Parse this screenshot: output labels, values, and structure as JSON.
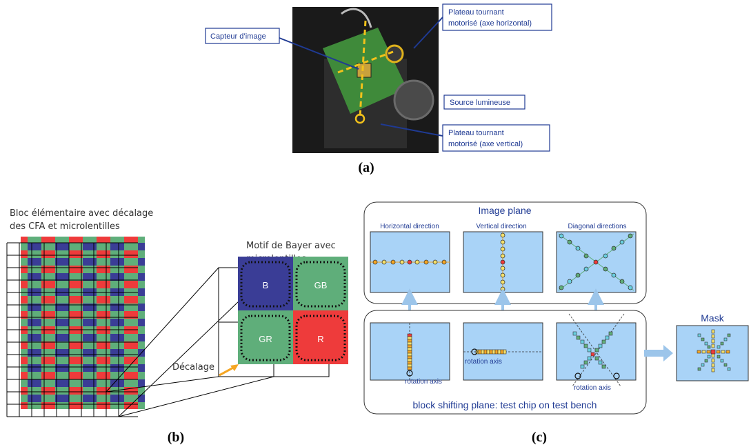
{
  "panel_a": {
    "caption": "(a)",
    "callouts": {
      "sensor": "Capteur d’image",
      "turntable_h_line1": "Plateau tournant",
      "turntable_h_line2": "motorisé (axe horizontal)",
      "light": "Source lumineuse",
      "turntable_v_line1": "Plateau tournant",
      "turntable_v_line2": "motorisé (axe vertical)"
    }
  },
  "panel_b": {
    "caption": "(b)",
    "title_line1": "Bloc élémentaire avec décalage",
    "title_line2": "des CFA et microlentilles",
    "bayer_title_line1": "Motif de Bayer avec",
    "bayer_title_line2": "microlentilles",
    "cells": {
      "b": "B",
      "gb": "GB",
      "gr": "GR",
      "r": "R"
    },
    "shift_label": "Décalage",
    "colors": {
      "blue": "#3a3d96",
      "green": "#5fae7a",
      "red": "#ee3b3b",
      "orange": "#f5a623"
    }
  },
  "panel_c": {
    "caption": "(c)",
    "image_plane": "Image plane",
    "directions": {
      "horizontal": "Horizontal direction",
      "vertical": "Vertical direction",
      "diagonal": "Diagonal directions"
    },
    "rotation_axis": "rotation axis",
    "bottom_label": "block shifting plane: test chip on test bench",
    "mask": "Mask",
    "colors": {
      "panel": "#a9d3f7",
      "text": "#1f3a93",
      "arrow": "#9cc5ea"
    }
  }
}
